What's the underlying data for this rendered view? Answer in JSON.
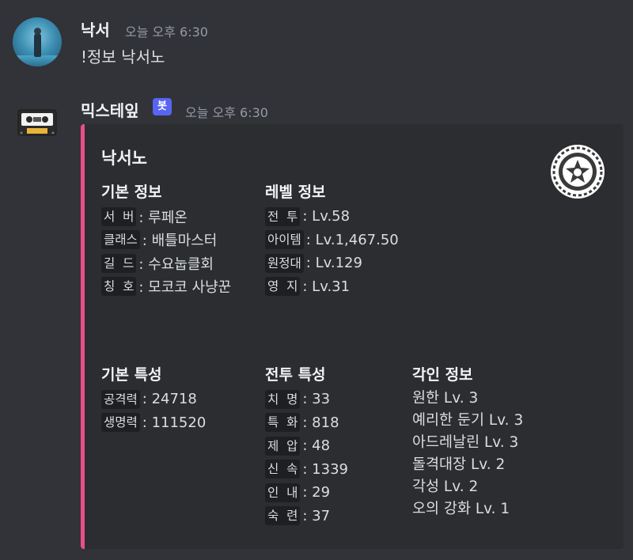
{
  "messages": [
    {
      "username": "낙서",
      "timestamp": "오늘 오후 6:30",
      "text": "!정보 낙서노"
    },
    {
      "username": "믹스테잎",
      "badge": "봇",
      "timestamp": "오늘 오후 6:30"
    }
  ],
  "embed": {
    "accent_color": "#e94f8a",
    "title": "낙서노",
    "thumbnail_icon": "guild-emblem-icon",
    "basic_info": {
      "name": "기본 정보",
      "rows": [
        {
          "label": "서  버",
          "value": ": 루페온"
        },
        {
          "label": "클래스",
          "value": ": 배틀마스터"
        },
        {
          "label": "길  드",
          "value": ": 수요눕클회"
        },
        {
          "label": "칭  호",
          "value": ": 모코코 사냥꾼"
        }
      ]
    },
    "level_info": {
      "name": "레벨 정보",
      "rows": [
        {
          "label": "전  투",
          "value": ": Lv.58"
        },
        {
          "label": "아이템",
          "value": ": Lv.1,467.50"
        },
        {
          "label": "원정대",
          "value": ": Lv.129"
        },
        {
          "label": "영  지",
          "value": ": Lv.31"
        }
      ]
    },
    "basic_stats": {
      "name": "기본 특성",
      "rows": [
        {
          "label": "공격력",
          "value": ": 24718"
        },
        {
          "label": "생명력",
          "value": ": 111520"
        }
      ]
    },
    "combat_stats": {
      "name": "전투 특성",
      "rows": [
        {
          "label": "치  명",
          "value": ": 33"
        },
        {
          "label": "특  화",
          "value": ": 818"
        },
        {
          "label": "제  압",
          "value": ": 48"
        },
        {
          "label": "신  속",
          "value": ": 1339"
        },
        {
          "label": "인  내",
          "value": ": 29"
        },
        {
          "label": "숙  련",
          "value": ": 37"
        }
      ]
    },
    "engravings": {
      "name": "각인 정보",
      "items": [
        "원한 Lv. 3",
        "예리한 둔기 Lv. 3",
        "아드레날린 Lv. 3",
        "돌격대장 Lv. 2",
        "각성 Lv. 2",
        "오의 강화 Lv. 1"
      ]
    }
  }
}
